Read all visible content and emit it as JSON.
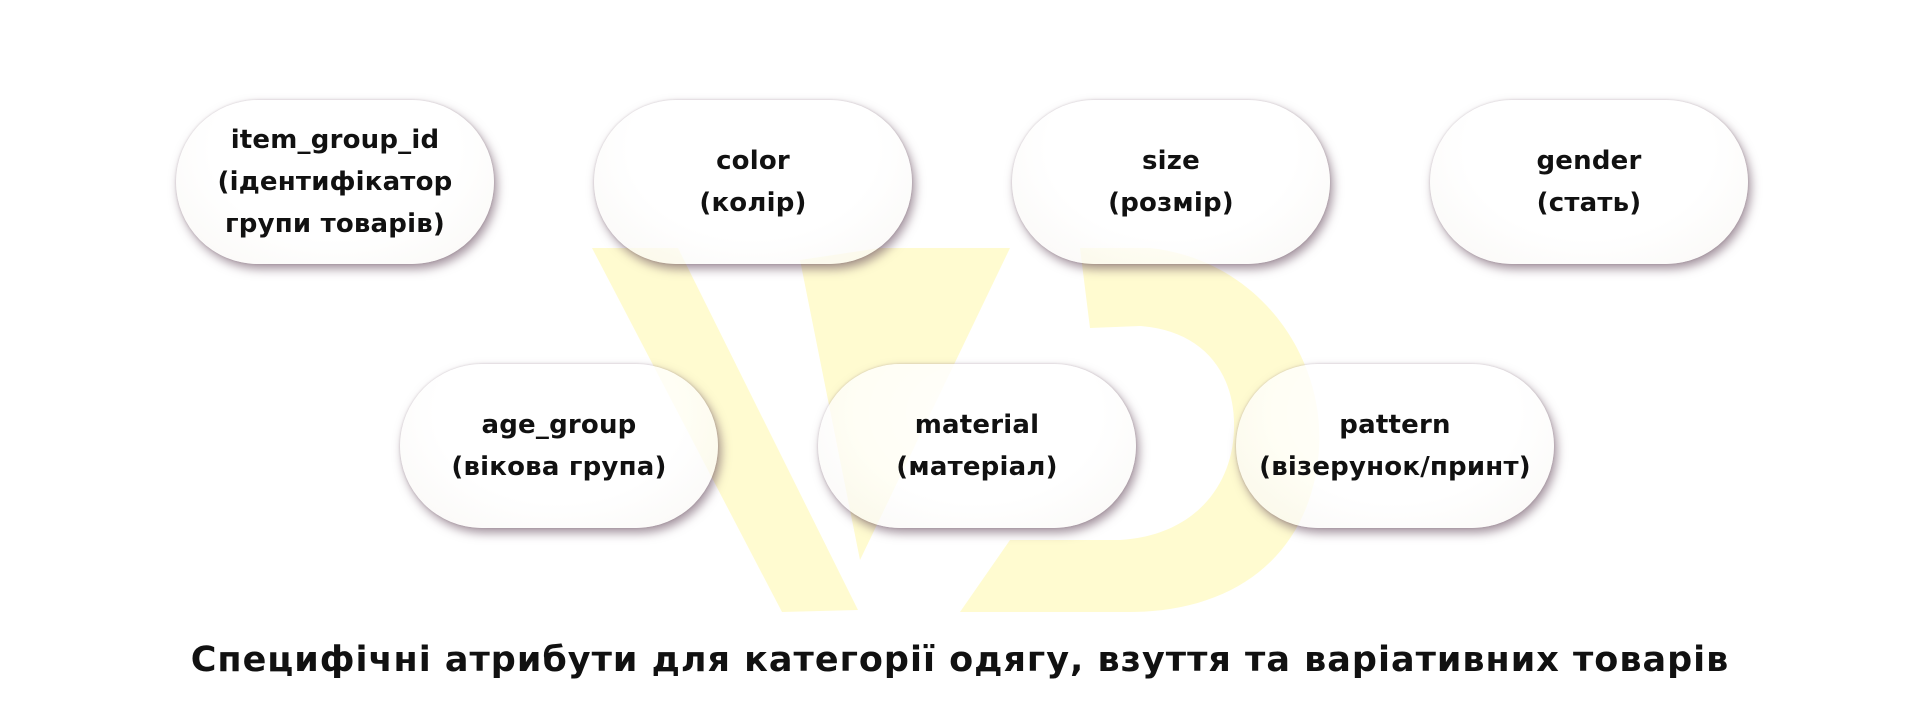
{
  "colors": {
    "background": "#ffffff",
    "watermark": "#fffbd0",
    "text": "#111111",
    "pill_shadow": "#5a3c50"
  },
  "watermark": {
    "icon": "vd-logo-watermark"
  },
  "attributes": [
    {
      "line1": "item_group_id",
      "line2": "(ідентифікатор",
      "line3": "групи товарів)"
    },
    {
      "line1": "color",
      "line2": "(колір)"
    },
    {
      "line1": "size",
      "line2": "(розмір)"
    },
    {
      "line1": "gender",
      "line2": "(стать)"
    },
    {
      "line1": "age_group",
      "line2": "(вікова група)"
    },
    {
      "line1": "material",
      "line2": "(матеріал)"
    },
    {
      "line1": "pattern",
      "line2": "(візерунок/принт)"
    }
  ],
  "caption": "Специфічні атрибути для категорії одягу, взуття та варіативних товарів"
}
